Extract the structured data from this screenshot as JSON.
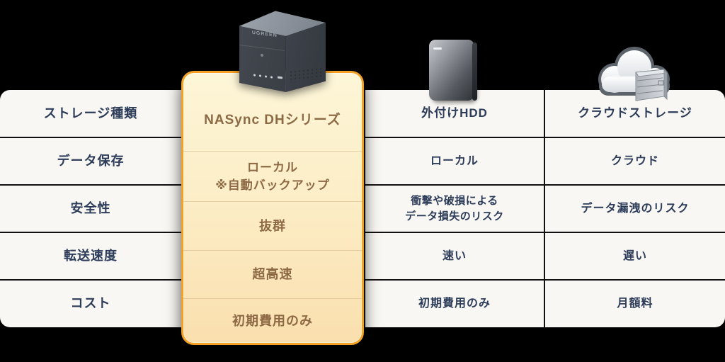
{
  "comparison_table": {
    "criteria_labels": [
      "ストレージ種類",
      "データ保存",
      "安全性",
      "転送速度",
      "コスト"
    ],
    "products": [
      {
        "title": "NASync DHシリーズ",
        "highlighted": true,
        "device_label": "UGREEN",
        "data_storage": "ローカル\n※自動バックアップ",
        "safety": "抜群",
        "transfer_speed": "超高速",
        "cost": "初期費用のみ"
      },
      {
        "title": "外付けHDD",
        "highlighted": false,
        "data_storage": "ローカル",
        "safety": "衝撃や破損による\nデータ損失のリスク",
        "transfer_speed": "速い",
        "cost": "初期費用のみ"
      },
      {
        "title": "クラウドストレージ",
        "highlighted": false,
        "data_storage": "クラウド",
        "safety": "データ漏洩のリスク",
        "transfer_speed": "遅い",
        "cost": "月額料"
      }
    ],
    "colors": {
      "table_background": "#f8f7f3",
      "divider": "#111111",
      "text_navy": "#2d3c59",
      "highlight_border": "#f2a125",
      "highlight_bg_top": "#fdf6d8",
      "highlight_bg_bottom": "#fadfae",
      "highlight_text": "#8d6a45"
    }
  }
}
